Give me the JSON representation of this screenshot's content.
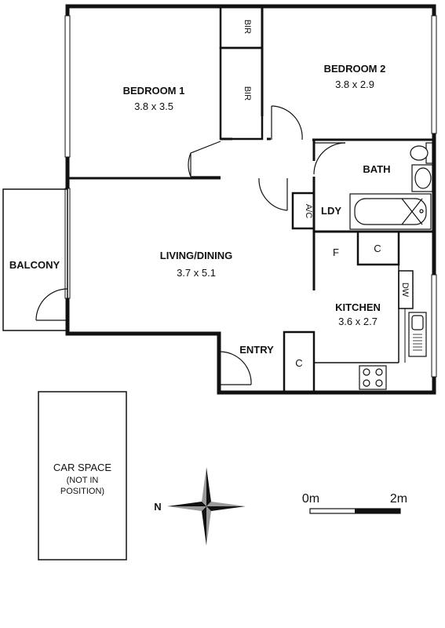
{
  "rooms": {
    "bedroom1": {
      "name": "BEDROOM 1",
      "dims": "3.8 x 3.5"
    },
    "bedroom2": {
      "name": "BEDROOM 2",
      "dims": "3.8 x 2.9"
    },
    "living": {
      "name": "LIVING/DINING",
      "dims": "3.7 x 5.1"
    },
    "kitchen": {
      "name": "KITCHEN",
      "dims": "3.6 x 2.7"
    },
    "bath": {
      "name": "BATH"
    },
    "laundry": {
      "name": "LDY"
    },
    "balcony": {
      "name": "BALCONY"
    },
    "entry": {
      "name": "ENTRY"
    }
  },
  "fixtures": {
    "bir_top": "BIR",
    "bir_mid": "BIR",
    "ac": "A/C",
    "fridge": "F",
    "cupboard_kitchen": "C",
    "cupboard_entry": "C",
    "dishwasher": "DW"
  },
  "car_space": {
    "line1": "CAR SPACE",
    "line2": "(NOT IN",
    "line3": "POSITION)"
  },
  "compass": {
    "north": "N"
  },
  "scale": {
    "start": "0m",
    "end": "2m"
  }
}
